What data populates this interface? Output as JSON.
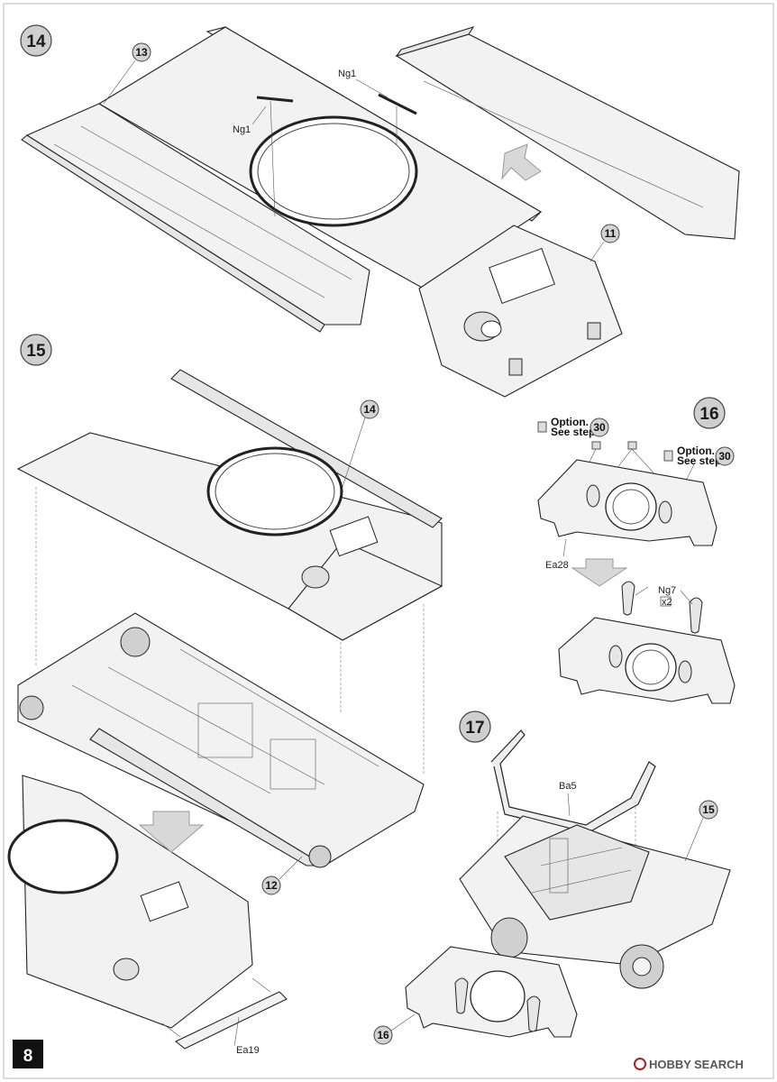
{
  "page_number": "8",
  "steps": [
    {
      "number": "14",
      "callouts": [
        "13",
        "11"
      ],
      "part_labels": [
        "Ng1",
        "Ng1"
      ]
    },
    {
      "number": "15",
      "callouts": [
        "14",
        "12"
      ],
      "part_labels": [
        "Ea19"
      ]
    },
    {
      "number": "16",
      "callouts": [],
      "part_labels": [
        "Ea28",
        "Ng7"
      ],
      "multiplier": "x2",
      "options": [
        {
          "text1": "Option.",
          "text2": "See step",
          "ref": "30"
        },
        {
          "text1": "Option.",
          "text2": "See step",
          "ref": "30"
        }
      ]
    },
    {
      "number": "17",
      "callouts": [
        "15",
        "16"
      ],
      "part_labels": [
        "Ba5"
      ]
    }
  ],
  "watermark": {
    "brand": "HOBBY",
    "brand2": "SEARCH"
  }
}
